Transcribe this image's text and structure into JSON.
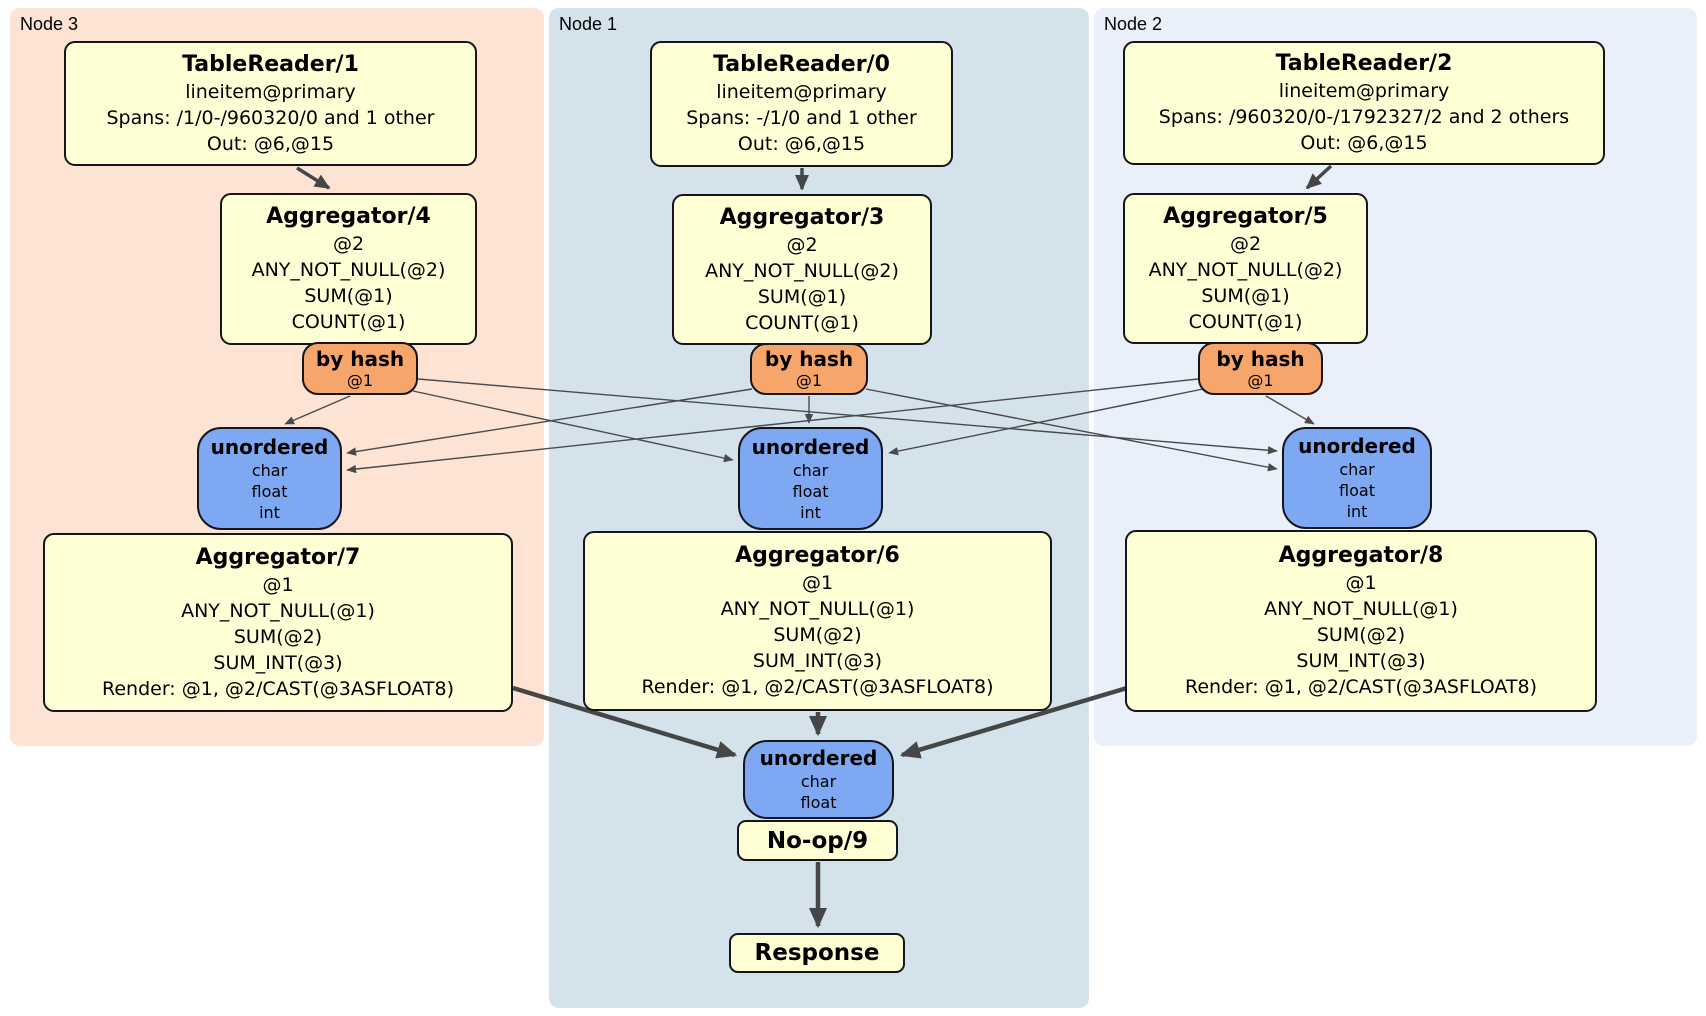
{
  "regions": [
    {
      "id": "node3",
      "label": "Node 3"
    },
    {
      "id": "node1",
      "label": "Node 1"
    },
    {
      "id": "node2",
      "label": "Node 2"
    }
  ],
  "boxes": {
    "tablereader1": {
      "title": "TableReader/1",
      "lines": [
        "lineitem@primary",
        "Spans: /1/0-/960320/0 and 1 other",
        "Out: @6,@15"
      ]
    },
    "tablereader0": {
      "title": "TableReader/0",
      "lines": [
        "lineitem@primary",
        "Spans: -/1/0 and 1 other",
        "Out: @6,@15"
      ]
    },
    "tablereader2": {
      "title": "TableReader/2",
      "lines": [
        "lineitem@primary",
        "Spans: /960320/0-/1792327/2 and 2 others",
        "Out: @6,@15"
      ]
    },
    "aggregator4": {
      "title": "Aggregator/4",
      "lines": [
        "@2",
        "ANY_NOT_NULL(@2)",
        "SUM(@1)",
        "COUNT(@1)"
      ]
    },
    "aggregator3": {
      "title": "Aggregator/3",
      "lines": [
        "@2",
        "ANY_NOT_NULL(@2)",
        "SUM(@1)",
        "COUNT(@1)"
      ]
    },
    "aggregator5": {
      "title": "Aggregator/5",
      "lines": [
        "@2",
        "ANY_NOT_NULL(@2)",
        "SUM(@1)",
        "COUNT(@1)"
      ]
    },
    "byhash3": {
      "title": "by hash",
      "lines": [
        "@1"
      ]
    },
    "byhash1": {
      "title": "by hash",
      "lines": [
        "@1"
      ]
    },
    "byhash2": {
      "title": "by hash",
      "lines": [
        "@1"
      ]
    },
    "unordered3": {
      "title": "unordered",
      "lines": [
        "char",
        "float",
        "int"
      ]
    },
    "unordered1": {
      "title": "unordered",
      "lines": [
        "char",
        "float",
        "int"
      ]
    },
    "unordered2": {
      "title": "unordered",
      "lines": [
        "char",
        "float",
        "int"
      ]
    },
    "aggregator7": {
      "title": "Aggregator/7",
      "lines": [
        "@1",
        "ANY_NOT_NULL(@1)",
        "SUM(@2)",
        "SUM_INT(@3)",
        "Render: @1, @2/CAST(@3ASFLOAT8)"
      ]
    },
    "aggregator6": {
      "title": "Aggregator/6",
      "lines": [
        "@1",
        "ANY_NOT_NULL(@1)",
        "SUM(@2)",
        "SUM_INT(@3)",
        "Render: @1, @2/CAST(@3ASFLOAT8)"
      ]
    },
    "aggregator8": {
      "title": "Aggregator/8",
      "lines": [
        "@1",
        "ANY_NOT_NULL(@1)",
        "SUM(@2)",
        "SUM_INT(@3)",
        "Render: @1, @2/CAST(@3ASFLOAT8)"
      ]
    },
    "unorderedFinal": {
      "title": "unordered",
      "lines": [
        "char",
        "float"
      ]
    },
    "noop": {
      "title": "No-op/9"
    },
    "response": {
      "title": "Response"
    }
  },
  "edges": [
    {
      "from": "TableReader/1",
      "to": "Aggregator/4"
    },
    {
      "from": "TableReader/0",
      "to": "Aggregator/3"
    },
    {
      "from": "TableReader/2",
      "to": "Aggregator/5"
    },
    {
      "from": "by hash (Node 3)",
      "to": "unordered (Node 3)"
    },
    {
      "from": "by hash (Node 3)",
      "to": "unordered (Node 1)"
    },
    {
      "from": "by hash (Node 3)",
      "to": "unordered (Node 2)"
    },
    {
      "from": "by hash (Node 1)",
      "to": "unordered (Node 3)"
    },
    {
      "from": "by hash (Node 1)",
      "to": "unordered (Node 1)"
    },
    {
      "from": "by hash (Node 1)",
      "to": "unordered (Node 2)"
    },
    {
      "from": "by hash (Node 2)",
      "to": "unordered (Node 3)"
    },
    {
      "from": "by hash (Node 2)",
      "to": "unordered (Node 1)"
    },
    {
      "from": "by hash (Node 2)",
      "to": "unordered (Node 2)"
    },
    {
      "from": "Aggregator/7",
      "to": "unordered (final)"
    },
    {
      "from": "Aggregator/6",
      "to": "unordered (final)"
    },
    {
      "from": "Aggregator/8",
      "to": "unordered (final)"
    },
    {
      "from": "No-op/9",
      "to": "Response"
    }
  ],
  "colors": {
    "node3_region": "#FCE3D4",
    "node1_region": "#D4E2EC",
    "node2_region": "#EAF0F9",
    "processor_box": "#FFFFD6",
    "router_box": "#F6A66A",
    "sync_box": "#7EA9F2",
    "edge": "#4A4A4A",
    "border": "#15151C"
  }
}
